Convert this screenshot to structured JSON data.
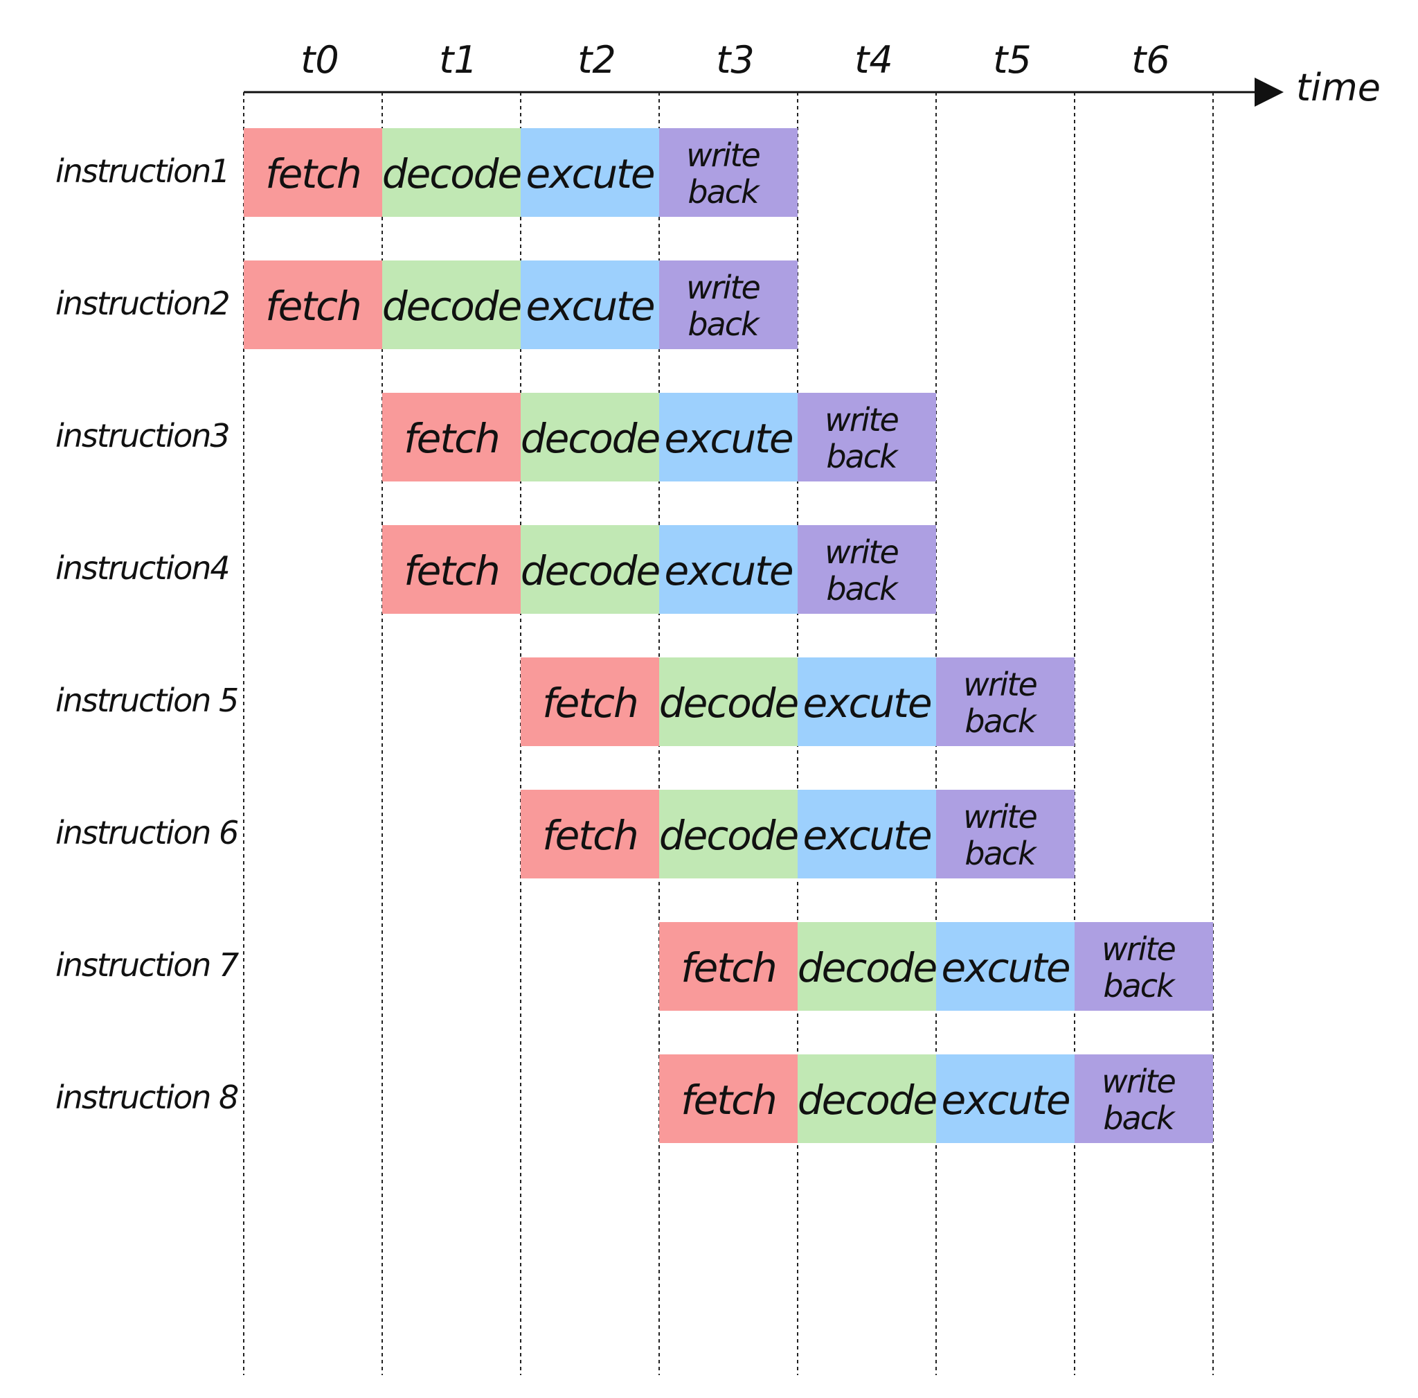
{
  "axis": {
    "label": "time",
    "ticks": [
      "t0",
      "t1",
      "t2",
      "t3",
      "t4",
      "t5",
      "t6"
    ]
  },
  "stage_colors": {
    "fetch": "#f99a9a",
    "decode": "#c1e8b4",
    "execute": "#9dd0fd",
    "writeback": "#ad9fe2"
  },
  "stage_labels": {
    "fetch": "fetch",
    "decode": "decode",
    "execute": "excute",
    "writeback_line1": "write",
    "writeback_line2": "back"
  },
  "instructions": [
    {
      "label": "instruction1",
      "start": 0
    },
    {
      "label": "instruction2",
      "start": 0
    },
    {
      "label": "instruction3",
      "start": 1
    },
    {
      "label": "instruction4",
      "start": 1
    },
    {
      "label": "instruction 5",
      "start": 2
    },
    {
      "label": "instruction 6",
      "start": 2
    },
    {
      "label": "instruction 7",
      "start": 3
    },
    {
      "label": "instruction 8",
      "start": 3
    }
  ]
}
